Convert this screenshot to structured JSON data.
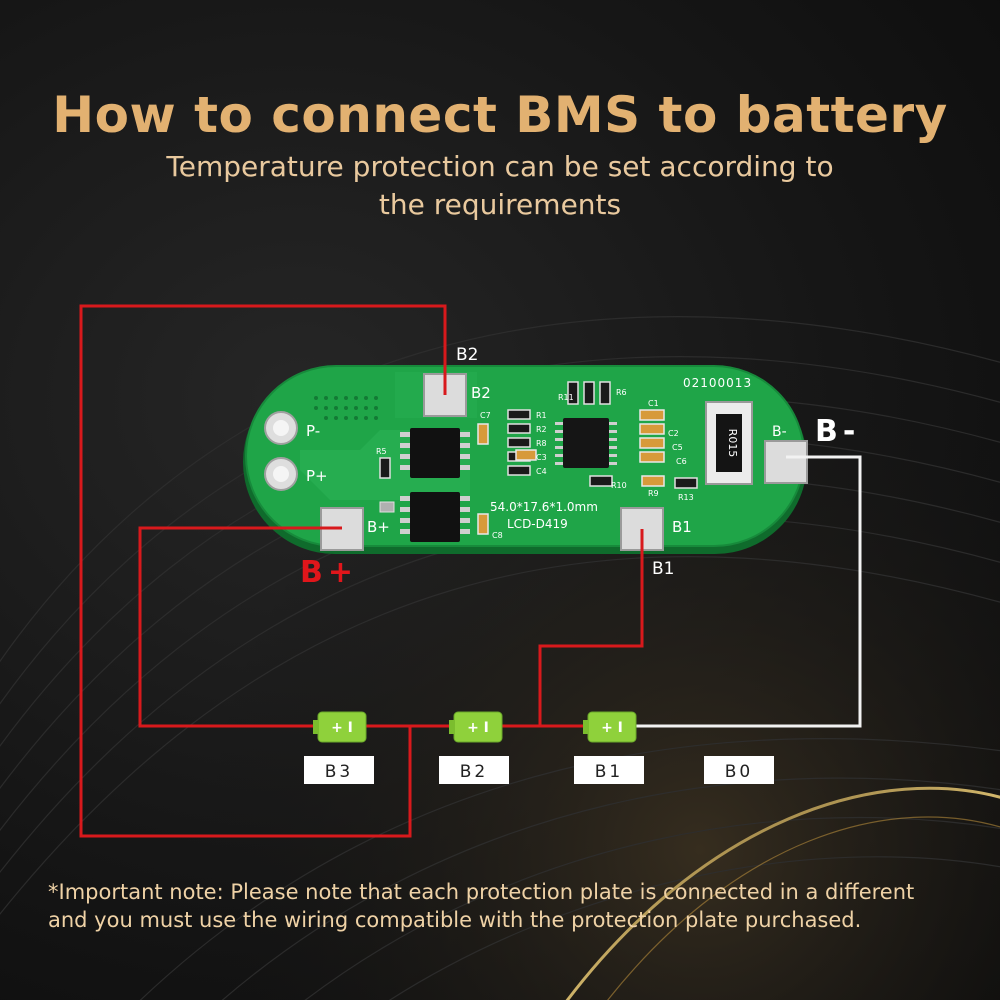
{
  "header": {
    "title": "How to connect BMS to battery",
    "subtitle_line1": "Temperature protection can be set according to",
    "subtitle_line2": "the requirements"
  },
  "board": {
    "pads": {
      "p_minus": "P-",
      "p_plus": "P+",
      "b_plus": "B+",
      "b2": "B2",
      "b1": "B1",
      "b_minus": "B-"
    },
    "silkscreen": {
      "serial": "02100013",
      "dimensions": "54.0*17.6*1.0mm",
      "model": "LCD-D419",
      "shunt": "R015",
      "components": [
        "R1",
        "R2",
        "R8",
        "C3",
        "C4",
        "C1",
        "C2",
        "C5",
        "C6",
        "R10",
        "R9",
        "R13",
        "R6",
        "R11",
        "R5",
        "C7",
        "C8"
      ]
    }
  },
  "wiring": {
    "callout_b2": "B2",
    "callout_b1": "B1",
    "callout_b_plus": "B+",
    "callout_b_minus": "B-",
    "colors": {
      "positive_wire": "#d8191c",
      "negative_wire": "#f2f2f2",
      "board": "#1fa548",
      "cell": "#8fd13b",
      "accent": "#e2b171"
    }
  },
  "cells": [
    {
      "symbol": "+ I",
      "label": "B3"
    },
    {
      "symbol": "+ I",
      "label": "B2"
    },
    {
      "symbol": "+ I",
      "label": "B1"
    }
  ],
  "terminal_label": "B0",
  "note": {
    "line1": "*Important note: Please note that each protection plate is connected in a different",
    "line2": "and you must use the wiring compatible with the protection plate purchased."
  }
}
